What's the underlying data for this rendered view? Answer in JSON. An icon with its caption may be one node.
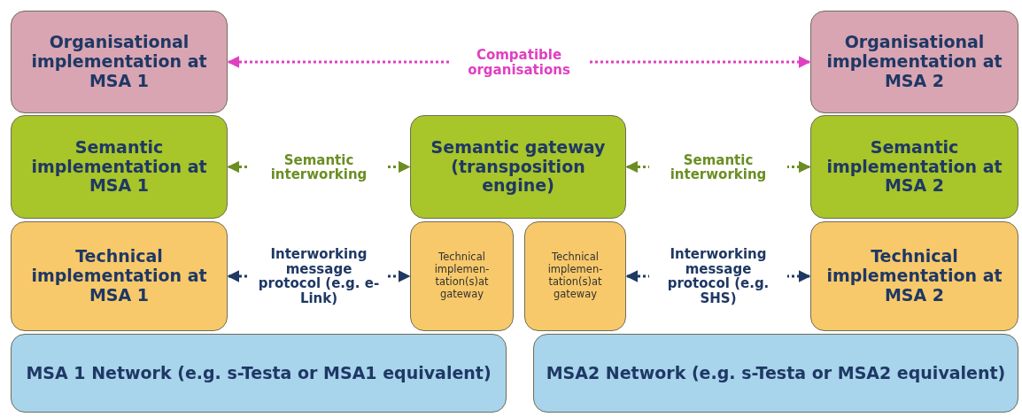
{
  "diagram": {
    "nodes": [
      {
        "text": [
          "Organisational implementation at MSA 1"
        ]
      },
      {
        "text": [
          "Organisational implementation at MSA 2"
        ]
      },
      {
        "text": [
          "Semantic implementation at MSA 1"
        ]
      },
      {
        "text": [
          "Semantic gateway (transposition engine)"
        ]
      },
      {
        "text": [
          "Semantic implementation at MSA 2"
        ]
      },
      {
        "text": [
          "Technical implementation at MSA 1"
        ]
      },
      {
        "text": [
          "Technical implemen- tation(s)at gateway"
        ]
      },
      {
        "text": [
          "Technical implemen- tation(s)at gateway"
        ]
      },
      {
        "text": [
          "Technical implementation at MSA 2"
        ]
      },
      {
        "text": [
          "MSA 1 Network (e.g. s-Testa or MSA1 equivalent)"
        ]
      },
      {
        "text": [
          "MSA2 Network (e.g. s-Testa or MSA2 equivalent)"
        ]
      }
    ],
    "edges": [
      {
        "from": 0,
        "to": 1,
        "arrow": "both",
        "label": "Compatible organisations",
        "style": "dashed",
        "color": "#e040c0"
      },
      {
        "from": 2,
        "to": 3,
        "arrow": "both",
        "label": "Semantic interworking",
        "style": "dashed",
        "color": "#6b8e23"
      },
      {
        "from": 3,
        "to": 4,
        "arrow": "both",
        "label": "Semantic interworking",
        "style": "dashed",
        "color": "#6b8e23"
      },
      {
        "from": 5,
        "to": 6,
        "arrow": "both",
        "label": "Interworking message protocol (e.g. e-Link)",
        "style": "dashed",
        "color": "#1f3864"
      },
      {
        "from": 7,
        "to": 8,
        "arrow": "both",
        "label": "Interworking message protocol (e.g. SHS)",
        "style": "dashed",
        "color": "#1f3864"
      }
    ]
  }
}
